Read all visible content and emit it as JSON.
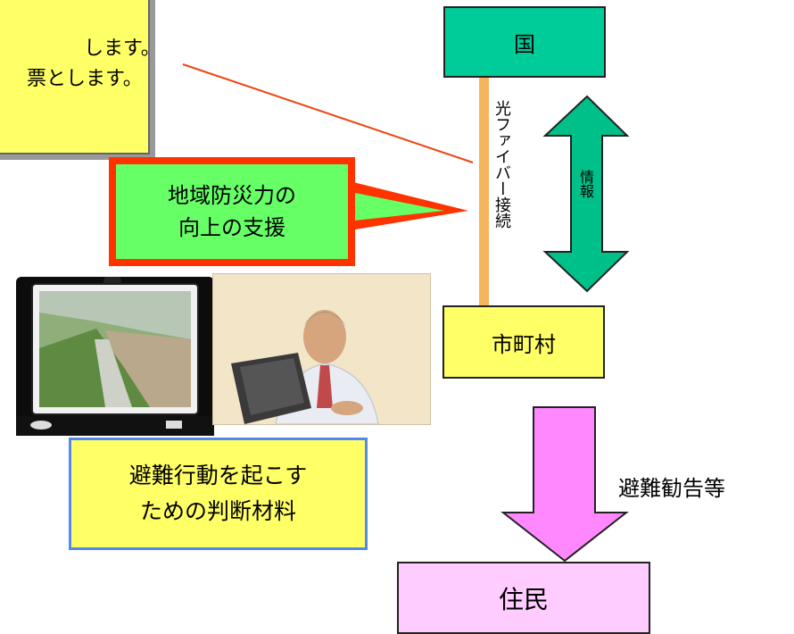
{
  "note": {
    "line1": "します。",
    "line2": "票とします。"
  },
  "nodes": {
    "country": "国",
    "municipality": "市町村",
    "residents": "住民"
  },
  "links": {
    "fiber_label": "光ファイバー接続",
    "info_label": "情報",
    "advisory_label": "避難勧告等"
  },
  "callouts": {
    "support": [
      "地域防災力の",
      "向上の支援"
    ],
    "decision": [
      "避難行動を起こす",
      "ための判断材料"
    ]
  },
  "colors": {
    "country_fill": "#00cc99",
    "municipality_fill": "#ffff66",
    "residents_fill": "#ffccff",
    "info_arrow": "#00c08a",
    "advisory_arrow": "#ff88ff",
    "fiber": "#f5b55a",
    "callout_border": "#ff3300",
    "callout_fill": "#66ff66"
  },
  "icons": {
    "monitor": "river-camera-monitor-icon",
    "person": "person-at-laptop-icon"
  }
}
